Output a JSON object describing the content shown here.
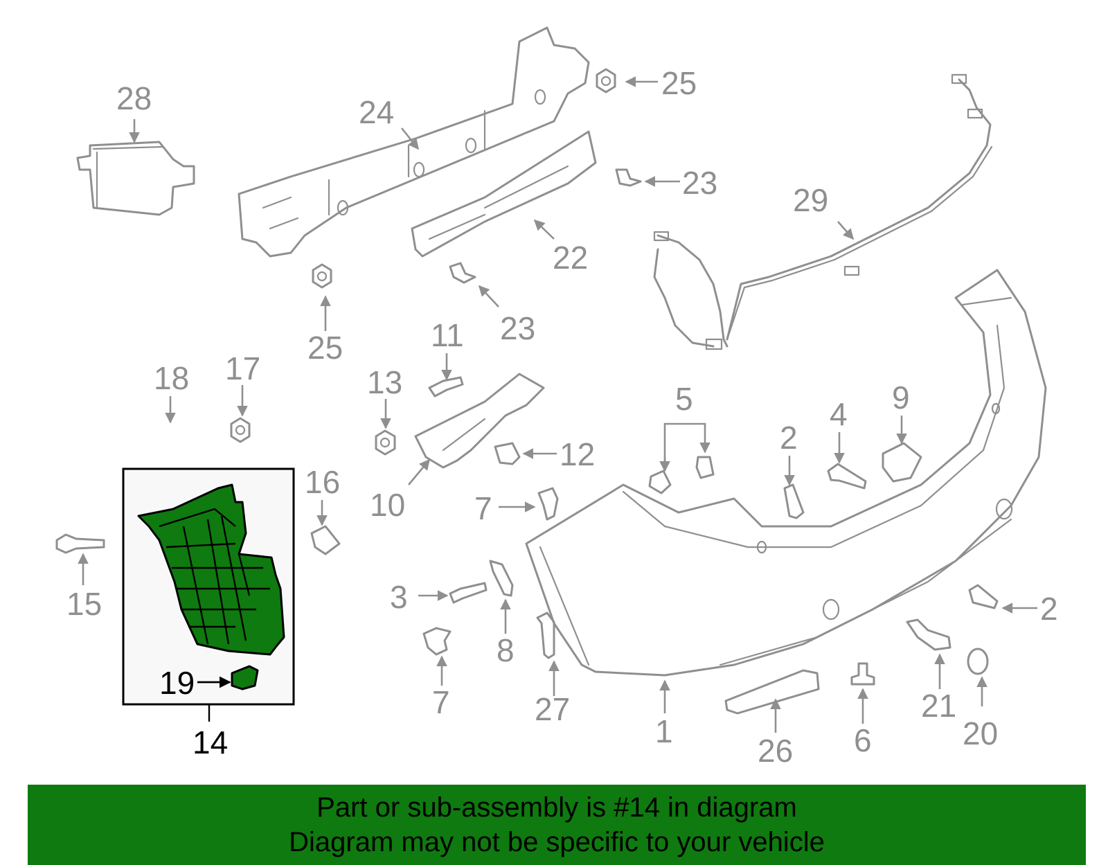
{
  "callouts": {
    "c1": "1",
    "c2a": "2",
    "c2b": "2",
    "c3": "3",
    "c4": "4",
    "c5": "5",
    "c6": "6",
    "c7a": "7",
    "c7b": "7",
    "c8": "8",
    "c9": "9",
    "c10": "10",
    "c11": "11",
    "c12": "12",
    "c13": "13",
    "c14": "14",
    "c15": "15",
    "c16": "16",
    "c17": "17",
    "c18": "18",
    "c19": "19",
    "c20": "20",
    "c21": "21",
    "c22": "22",
    "c23a": "23",
    "c23b": "23",
    "c24": "24",
    "c25a": "25",
    "c25b": "25",
    "c26": "26",
    "c27": "27",
    "c28": "28",
    "c29": "29"
  },
  "banner": {
    "line1": "Part or sub-assembly is #14 in diagram",
    "line2": "Diagram may not be specific to your vehicle"
  },
  "colors": {
    "highlight": "#0f7a0f",
    "parts": "#8f8f8f",
    "callout_highlight": "#000000"
  }
}
